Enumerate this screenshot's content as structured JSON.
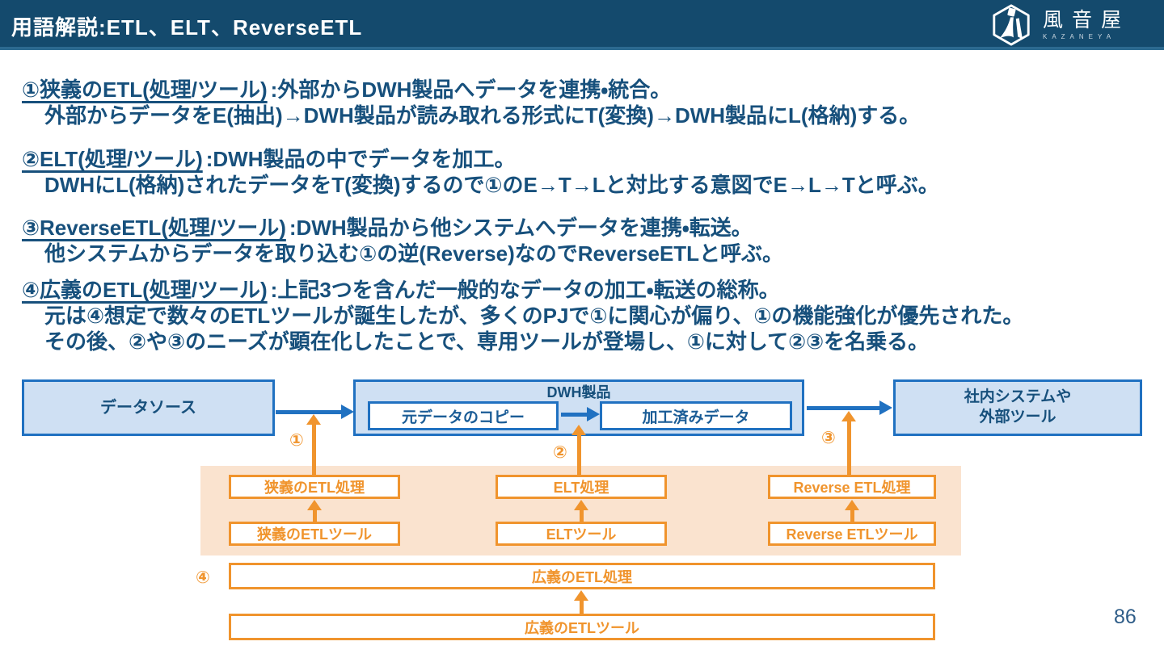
{
  "slide": {
    "title": "用語解説:ETL、ELT、ReverseETL",
    "page_number": "86",
    "logo": {
      "name": "風音屋",
      "subtitle": "KAZANEYA"
    }
  },
  "definitions": [
    {
      "term": "①狭義のETL(処理/ツール)",
      "summary": ":外部からDWH製品へデータを連携・統合。",
      "lines": [
        "外部からデータをE(抽出)→DWH製品が読み取れる形式にT(変換)→DWH製品にL(格納)する。"
      ]
    },
    {
      "term": "②ELT(処理/ツール)",
      "summary": ":DWH製品の中でデータを加工。",
      "lines": [
        "DWHにL(格納)されたデータをT(変換)するので①のE→T→Lと対比する意図でE→L→Tと呼ぶ。"
      ]
    },
    {
      "term": "③ReverseETL(処理/ツール)",
      "summary": ":DWH製品から他システムへデータを連携・転送。",
      "lines": [
        "他システムからデータを取り込む①の逆(Reverse)なのでReverseETLと呼ぶ。"
      ]
    },
    {
      "term": "④広義のETL(処理/ツール)",
      "summary": ":上記3つを含んだ一般的なデータの加工・転送の総称。",
      "lines": [
        "元は④想定で数々のETLツールが誕生したが、多くのPJで①に関心が偏り、①の機能強化が優先された。",
        "その後、②や③のニーズが顕在化したことで、専用ツールが登場し、①に対して②③を名乗る。"
      ]
    }
  ],
  "diagram": {
    "data_source": "データソース",
    "dwh_label": "DWH製品",
    "raw_copy": "元データのコピー",
    "processed_data": "加工済みデータ",
    "internal_line1": "社内システムや",
    "internal_line2": "外部ツール",
    "markers": {
      "m1": "①",
      "m2": "②",
      "m3": "③",
      "m4": "④"
    },
    "boxes": {
      "etl_process": "狭義のETL処理",
      "elt_process": "ELT処理",
      "reverse_process": "Reverse ETL処理",
      "etl_tool": "狭義のETLツール",
      "elt_tool": "ELTツール",
      "reverse_tool": "Reverse ETLツール",
      "broad_process": "広義のETL処理",
      "broad_tool": "広義のETLツール"
    }
  },
  "colors": {
    "header_bg": "#144a6d",
    "header_strip": "#2c6a90",
    "text_blue": "#17507c",
    "box_border_blue": "#2071c1",
    "box_fill_blue": "#cfe0f3",
    "accent_orange": "#f0942d",
    "panel_fill": "#fae3cf",
    "page_num_blue": "#2f5d88"
  }
}
